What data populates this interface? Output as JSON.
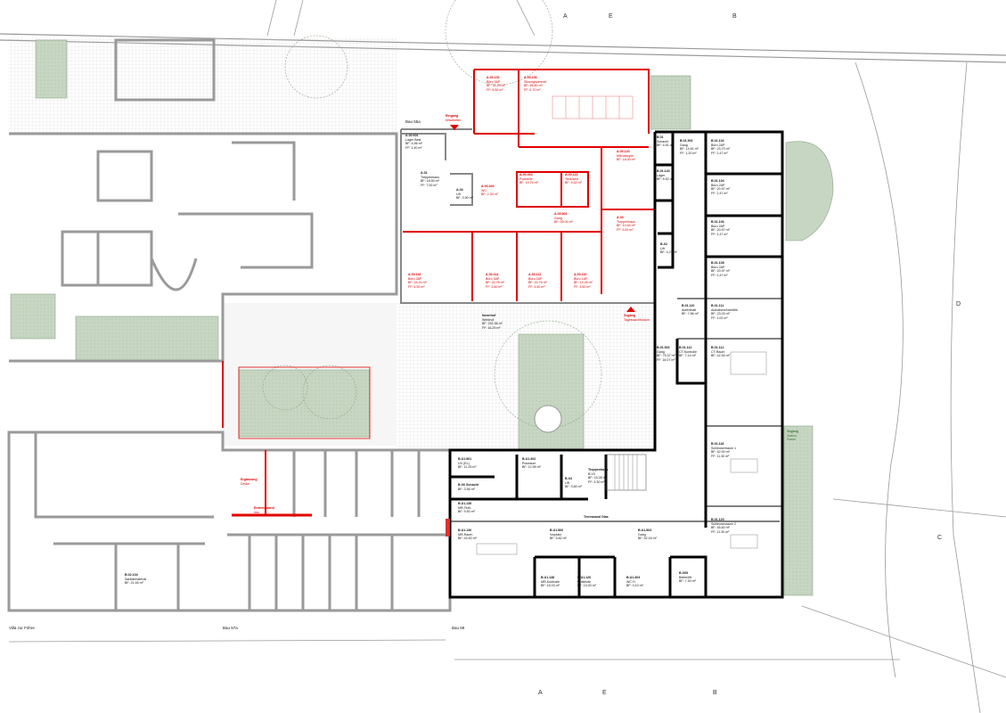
{
  "plan": {
    "colors": {
      "new_walls": "#e00000",
      "existing_walls": "#000000",
      "old_walls": "#9a9a9a",
      "green": "#c7d6c2",
      "paving": "#f1f1f1"
    },
    "building_labels": [
      "Bau 55a",
      "Villa zur Föhre",
      "Bau 57a",
      "Bau 59"
    ],
    "section_markers": [
      "A",
      "E",
      "B",
      "A",
      "E",
      "B",
      "C",
      "D"
    ],
    "rooms": [
      {
        "style": "red",
        "lines": [
          "A.00.102",
          "Büro 3AP",
          "BF: 34.29 m²",
          "FF: 6.50 m²"
        ]
      },
      {
        "style": "red",
        "lines": [
          "A.00.106",
          "Sitzungszimmer",
          "BF: 66.60 m²",
          "FF: 5.70 m²"
        ]
      },
      {
        "style": "red",
        "lines": [
          "A.00.120",
          "Mikroskopie",
          "BF: 18.00 m²"
        ]
      },
      {
        "style": "red",
        "lines": [
          "A.00.404",
          "Postzelle",
          "BF: 10.75 m²"
        ]
      },
      {
        "style": "red",
        "lines": [
          "A.00.122",
          "Teeküche",
          "BF: 5.52 m²"
        ]
      },
      {
        "style": "red",
        "lines": [
          "A.00.402",
          "WC",
          "BF: 2.30 m²"
        ]
      },
      {
        "style": "red",
        "lines": [
          "A.00.801",
          "Gang",
          "BF: 45.04 m²"
        ]
      },
      {
        "style": "red",
        "lines": [
          "A.03",
          "Treppenhaus",
          "BF: 10.54 m²",
          "FF: 3.00 m²"
        ]
      },
      {
        "style": "red",
        "lines": [
          "A.00.116",
          "Büro 3AP",
          "BF: 34.24 m²",
          "FF: 4.90 m²"
        ]
      },
      {
        "style": "red",
        "lines": [
          "A.00.114",
          "Büro 3AP",
          "BF: 20.78 m²",
          "FF: 3.50 m²"
        ]
      },
      {
        "style": "red",
        "lines": [
          "A.00.112",
          "Büro 2AP",
          "BF: 20.76 m²",
          "FF: 3.50 m²"
        ]
      },
      {
        "style": "red",
        "lines": [
          "A.00.110",
          "Büro 1AP",
          "BF: 19.28 m²",
          "FF: 3.50 m²"
        ]
      },
      {
        "style": "red",
        "lines": [
          "Eingang",
          "Mitarbeiter"
        ]
      },
      {
        "style": "red",
        "lines": [
          "Zugang",
          "Tageswachtsraum"
        ]
      },
      {
        "style": "red",
        "lines": [
          "Ergänzung",
          "Decke"
        ]
      },
      {
        "style": "red",
        "lines": [
          "Entrennwand",
          "neu"
        ]
      },
      {
        "style": "black",
        "lines": [
          "A.00.601",
          "Lager Best",
          "BF: 4.56 m²",
          "FF: 1.40 m²"
        ]
      },
      {
        "style": "black",
        "lines": [
          "A.01",
          "Treppenhaus",
          "BF: 18.50 m²",
          "FF: 7.00 m²"
        ]
      },
      {
        "style": "black",
        "lines": [
          "A.03",
          "Lift",
          "BF: 3.90 m²"
        ]
      },
      {
        "style": "black",
        "lines": [
          "B.01",
          "Schacht",
          "BF: 4.51 m²"
        ]
      },
      {
        "style": "black",
        "lines": [
          "B.01.140",
          "Lager",
          "BF: 5.52 m²"
        ]
      },
      {
        "style": "black",
        "lines": [
          "B.X2",
          "Lift",
          "BF: 4.27 m²"
        ]
      },
      {
        "style": "black",
        "lines": [
          "B.01.501",
          "Gang",
          "BF: 14.61 m²",
          "FF: 1.20 m²"
        ]
      },
      {
        "style": "black",
        "lines": [
          "B.01.102",
          "Büro 2AP",
          "BF: 23.70 m²",
          "FF: 2.47 m²"
        ]
      },
      {
        "style": "black",
        "lines": [
          "B.01.104",
          "Büro 2AP",
          "BF: 20.97 m²",
          "FF: 2.47 m²"
        ]
      },
      {
        "style": "black",
        "lines": [
          "B.01.106",
          "Büro 2AP",
          "BF: 20.97 m²",
          "FF: 2.47 m²"
        ]
      },
      {
        "style": "black",
        "lines": [
          "B.01.108",
          "Büro 2AP",
          "BF: 20.97 m²",
          "FF: 2.47 m²"
        ]
      },
      {
        "style": "black",
        "lines": [
          "B.01.110",
          "Aufenthalt",
          "BF: 7.86 m²"
        ]
      },
      {
        "style": "black",
        "lines": [
          "B.01.111",
          "Aufnahme/Identifik.",
          "BF: 23.03 m²",
          "FF: 1.02 m²"
        ]
      },
      {
        "style": "black",
        "lines": [
          "B.01.502",
          "Gang",
          "BF: 75.37 m²",
          "FF: 16.07 m²"
        ]
      },
      {
        "style": "black",
        "lines": [
          "B.01.112",
          "CT-Kontrolle",
          "BF: 7.14 m²"
        ]
      },
      {
        "style": "black",
        "lines": [
          "B.01.111",
          "CT-Raum",
          "BF: 42.94 m²"
        ]
      },
      {
        "style": "black",
        "lines": [
          "B.01.118",
          "Schleusenraum 1",
          "BF: 42.00 m²",
          "FF: 11.30 m²"
        ]
      },
      {
        "style": "black",
        "lines": [
          "B.01.120",
          "Schleusenraum 2",
          "BF: 45.60 m²",
          "FF: 11.30 m²"
        ]
      },
      {
        "style": "black",
        "lines": [
          "B.X05",
          "Bettenlift",
          "BF: 7.30 m²"
        ]
      },
      {
        "style": "black",
        "lines": [
          "B.U1.901",
          "UV (EL)",
          "BF: 11.25 m²"
        ]
      },
      {
        "style": "black",
        "lines": [
          "B.U1.402",
          "Putzraum",
          "BF: 12.95 m²"
        ]
      },
      {
        "style": "black",
        "lines": [
          "B.X6 Schacht",
          "BF: 3.56 m²"
        ]
      },
      {
        "style": "black",
        "lines": [
          "B.X4",
          "Lift",
          "BF: 3.80 m²"
        ]
      },
      {
        "style": "black",
        "lines": [
          "Treppenhaus",
          "B.X3",
          "BF: 15.28 m²",
          "FF: 3.30 m²"
        ]
      },
      {
        "style": "black",
        "lines": [
          "B.U1.135",
          "MR-Tech.",
          "BF: 9.50 m²"
        ]
      },
      {
        "style": "black",
        "lines": [
          "B.U1.130",
          "MR-Raum",
          "BF: 43.52 m²"
        ]
      },
      {
        "style": "black",
        "lines": [
          "B.U1.500",
          "Vorplatz",
          "BF: 5.82 m²"
        ]
      },
      {
        "style": "black",
        "lines": [
          "B.U1.503",
          "Gang",
          "BF: 52.16 m²"
        ]
      },
      {
        "style": "black",
        "lines": [
          "B.U1.138",
          "MR-Kontrolle",
          "BF: 15.03 m²"
        ]
      },
      {
        "style": "black",
        "lines": [
          "B.U1.126",
          "Umkleide",
          "BF: 13.00 m²"
        ]
      },
      {
        "style": "black",
        "lines": [
          "B.U1.403",
          "WC H",
          "BF: 3.10 m²"
        ]
      },
      {
        "style": "black",
        "lines": [
          "Innenhof",
          "Werkhof",
          "BF: 252.58 m²",
          "FF: 16.29 m²"
        ]
      },
      {
        "style": "black",
        "lines": [
          "B.02.104",
          "Sanitärmaterial",
          "BF: 21.45 m²"
        ]
      },
      {
        "style": "black",
        "lines": [
          "Trennwand Glas"
        ]
      },
      {
        "style": "green",
        "lines": [
          "Zugang",
          "Station",
          "Rasen"
        ]
      }
    ]
  }
}
